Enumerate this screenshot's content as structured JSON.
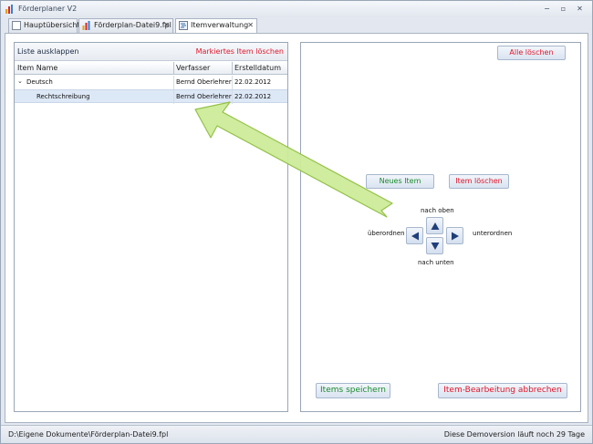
{
  "window": {
    "title": "Förderplaner V2",
    "controls": {
      "minimize": "−",
      "restore": "▫",
      "close": "✕"
    }
  },
  "tabs": [
    {
      "label": "Hauptübersicht",
      "icon": "document-icon",
      "closable": false
    },
    {
      "label": "Förderplan-Datei9.fpl",
      "icon": "chart-icon",
      "closable": true
    },
    {
      "label": "Itemverwaltung",
      "icon": "item-list-icon",
      "closable": true,
      "active": true
    }
  ],
  "tab_close_glyph": "✕",
  "left_panel": {
    "expand_link": "Liste ausklappen",
    "delete_marked_link": "Markiertes Item löschen",
    "columns": [
      "Item Name",
      "Verfasser",
      "Erstelldatum"
    ],
    "rows": [
      {
        "expander": "⌄",
        "name": "Deutsch",
        "author": "Bernd Oberlehrer",
        "date": "22.02.2012"
      },
      {
        "expander": "",
        "name": "Rechtschreibung",
        "author": "Bernd Oberlehrer",
        "date": "22.02.2012"
      }
    ]
  },
  "right_panel": {
    "delete_all": "Alle löschen",
    "new_item": "Neues Item",
    "delete_item": "Item löschen",
    "up_label": "nach oben",
    "down_label": "nach unten",
    "superordinate_label": "überordnen",
    "subordinate_label": "unterordnen",
    "save_items": "Items speichern",
    "cancel_edit": "Item-Bearbeitung abbrechen"
  },
  "status": {
    "path": "D:\\Eigene Dokumente\\Förderplan-Datei9.fpl",
    "demo_notice": "Diese Demoversion läuft noch 29 Tage"
  },
  "colors": {
    "red_link": "#e0162b",
    "green_button": "#1a8a2e",
    "arrow_blue": "#1f3f7a",
    "overlay_arrow_fill": "#cdeb9a",
    "overlay_arrow_stroke": "#8fbf3f"
  }
}
